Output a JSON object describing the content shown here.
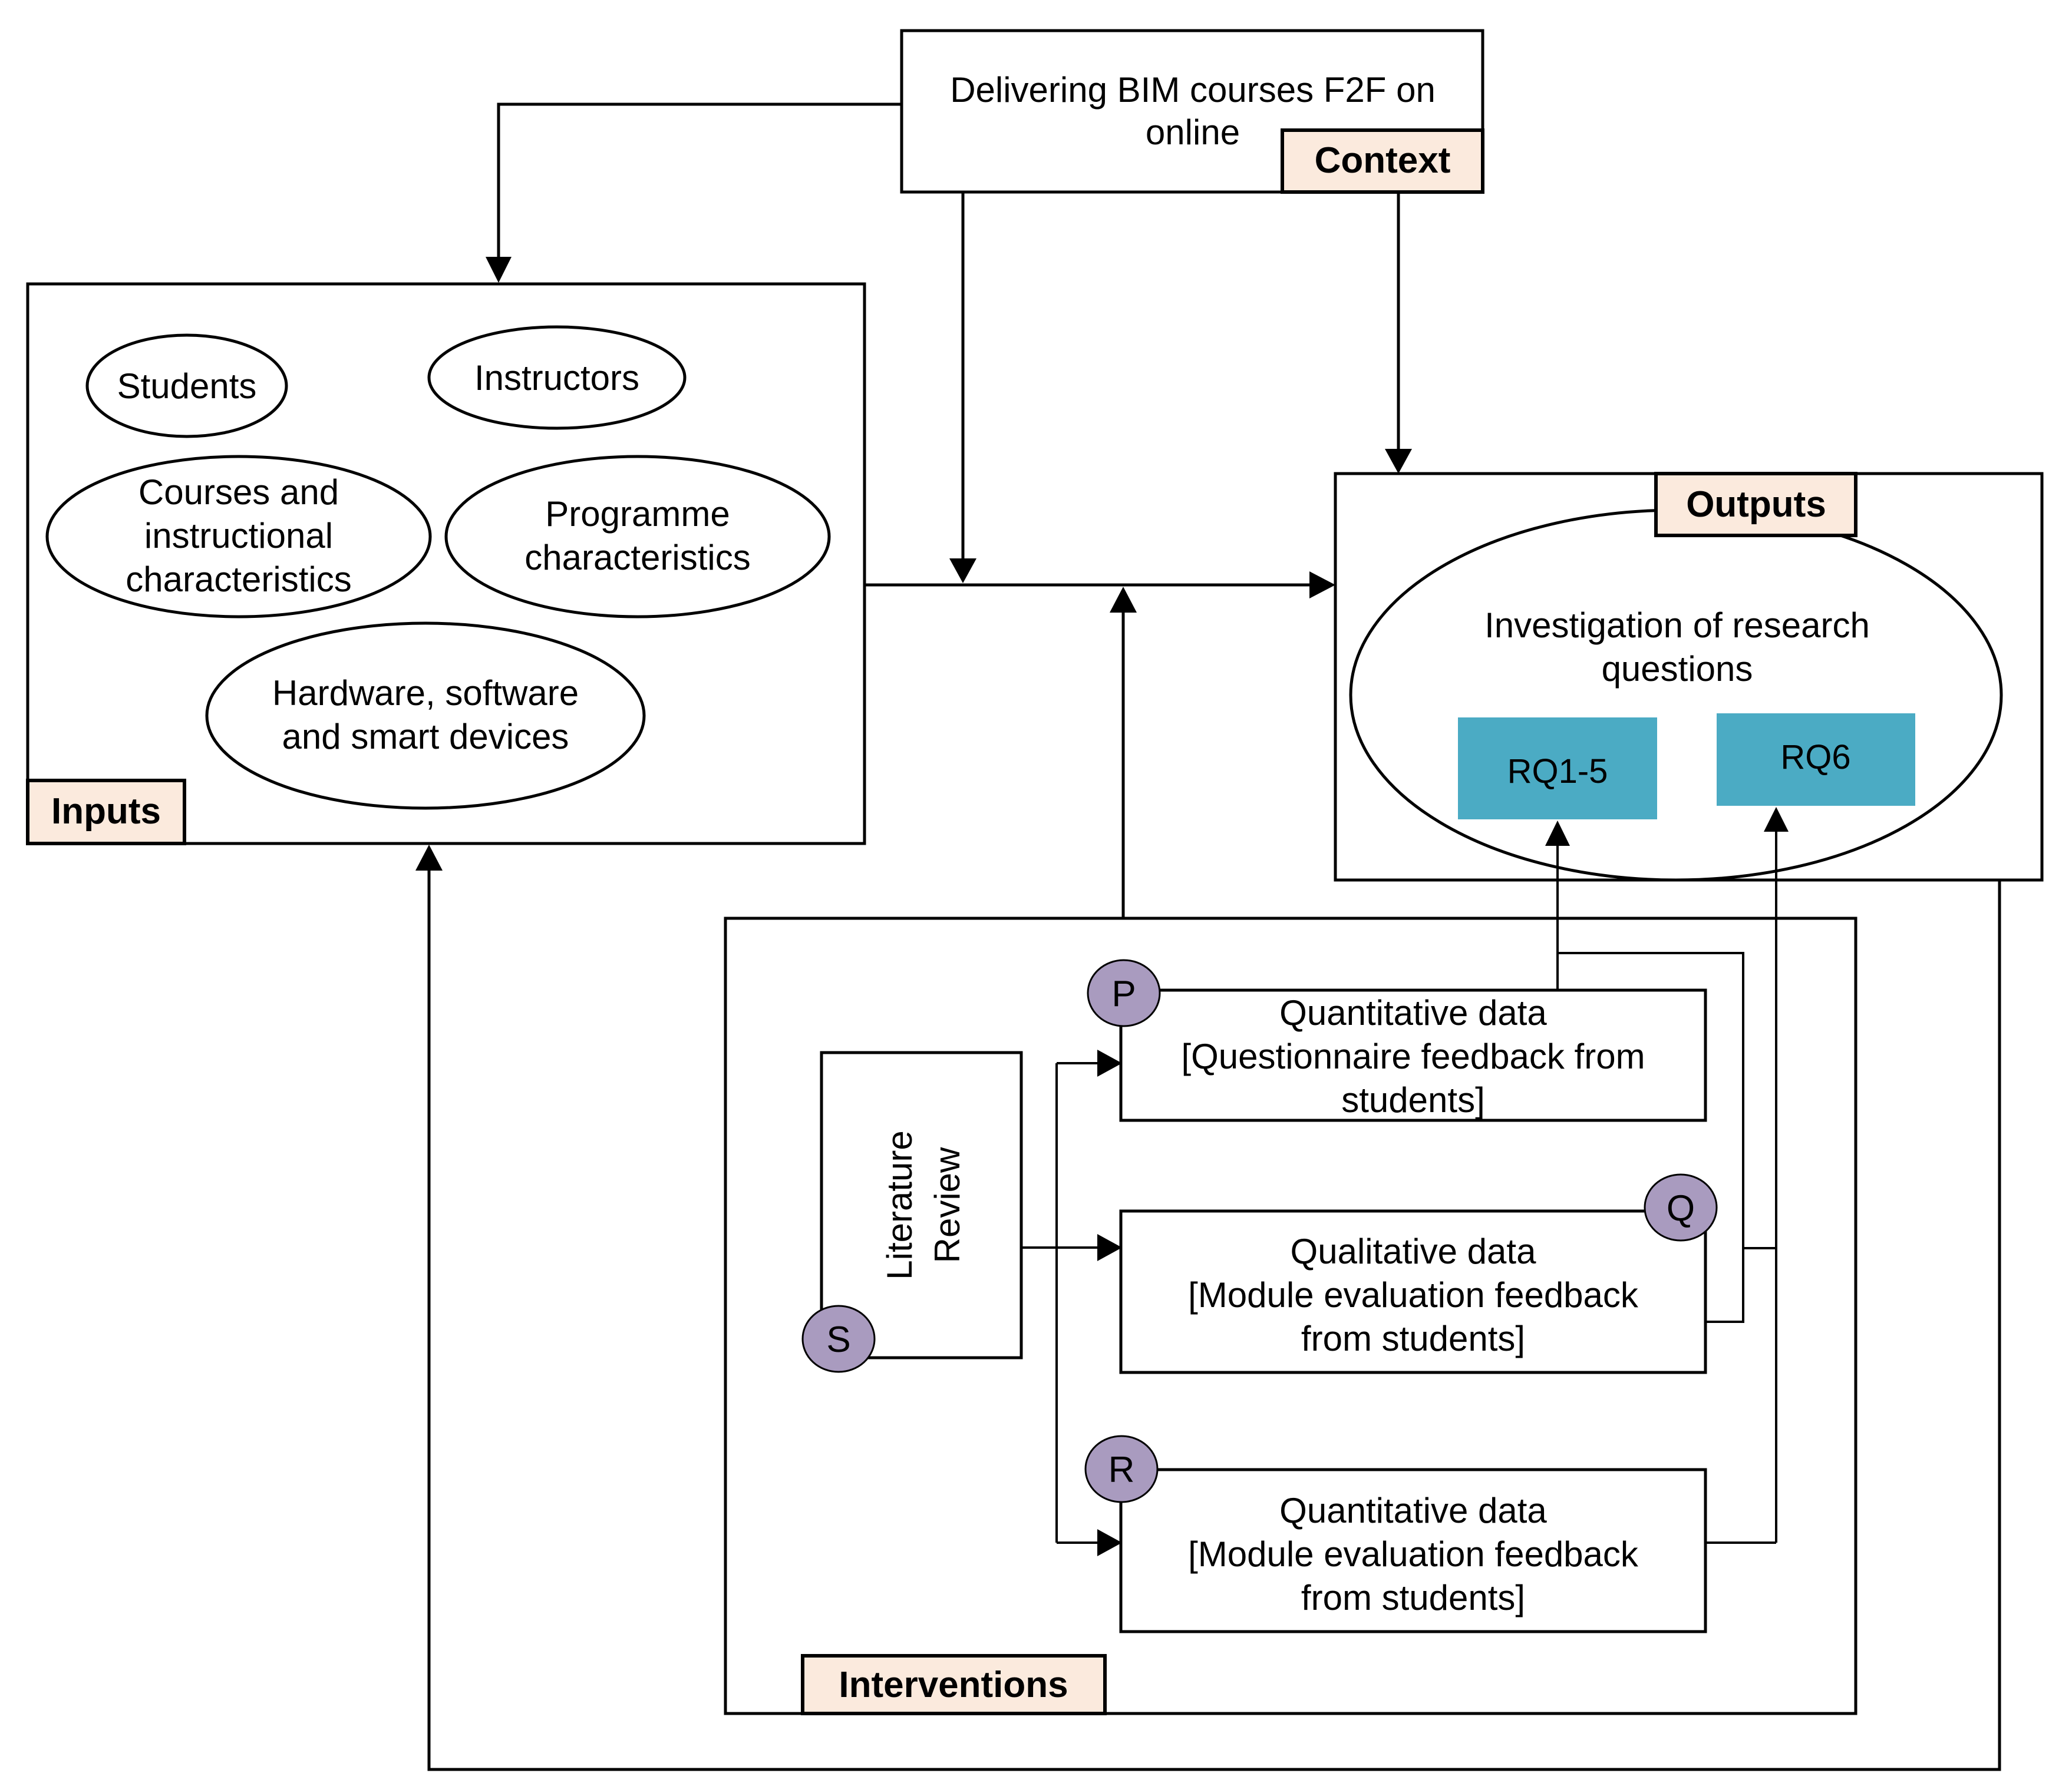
{
  "colors": {
    "label_tag_bg": "#FBEADD",
    "rq_box_bg": "#4BABC4",
    "marker_circle_bg": "#A99BBF",
    "line": "#000000"
  },
  "context": {
    "text_lines": [
      "Delivering BIM courses F2F on",
      "online"
    ],
    "tag": "Context"
  },
  "inputs": {
    "tag": "Inputs",
    "items": [
      {
        "id": "students",
        "lines": [
          "Students"
        ]
      },
      {
        "id": "instructors",
        "lines": [
          "Instructors"
        ]
      },
      {
        "id": "courses",
        "lines": [
          "Courses and",
          "instructional",
          "characteristics"
        ]
      },
      {
        "id": "programme",
        "lines": [
          "Programme",
          "characteristics"
        ]
      },
      {
        "id": "hardware",
        "lines": [
          "Hardware, software",
          "and smart devices"
        ]
      }
    ]
  },
  "outputs": {
    "tag": "Outputs",
    "investigation_lines": [
      "Investigation of research",
      "questions"
    ],
    "rq_boxes": [
      {
        "id": "rq1-5",
        "label": "RQ1-5"
      },
      {
        "id": "rq6",
        "label": "RQ6"
      }
    ]
  },
  "interventions": {
    "tag": "Interventions",
    "literature_review_lines": [
      "Literature",
      "Review"
    ],
    "data_boxes": [
      {
        "id": "p",
        "marker": "P",
        "lines": [
          "Quantitative data",
          "[Questionnaire feedback from",
          "students]"
        ]
      },
      {
        "id": "q",
        "marker": "Q",
        "lines": [
          "Qualitative data",
          "[Module evaluation feedback",
          "from students]"
        ]
      },
      {
        "id": "r",
        "marker": "R",
        "lines": [
          "Quantitative data",
          "[Module evaluation feedback",
          "from students]"
        ]
      }
    ],
    "lit_marker": "S"
  }
}
